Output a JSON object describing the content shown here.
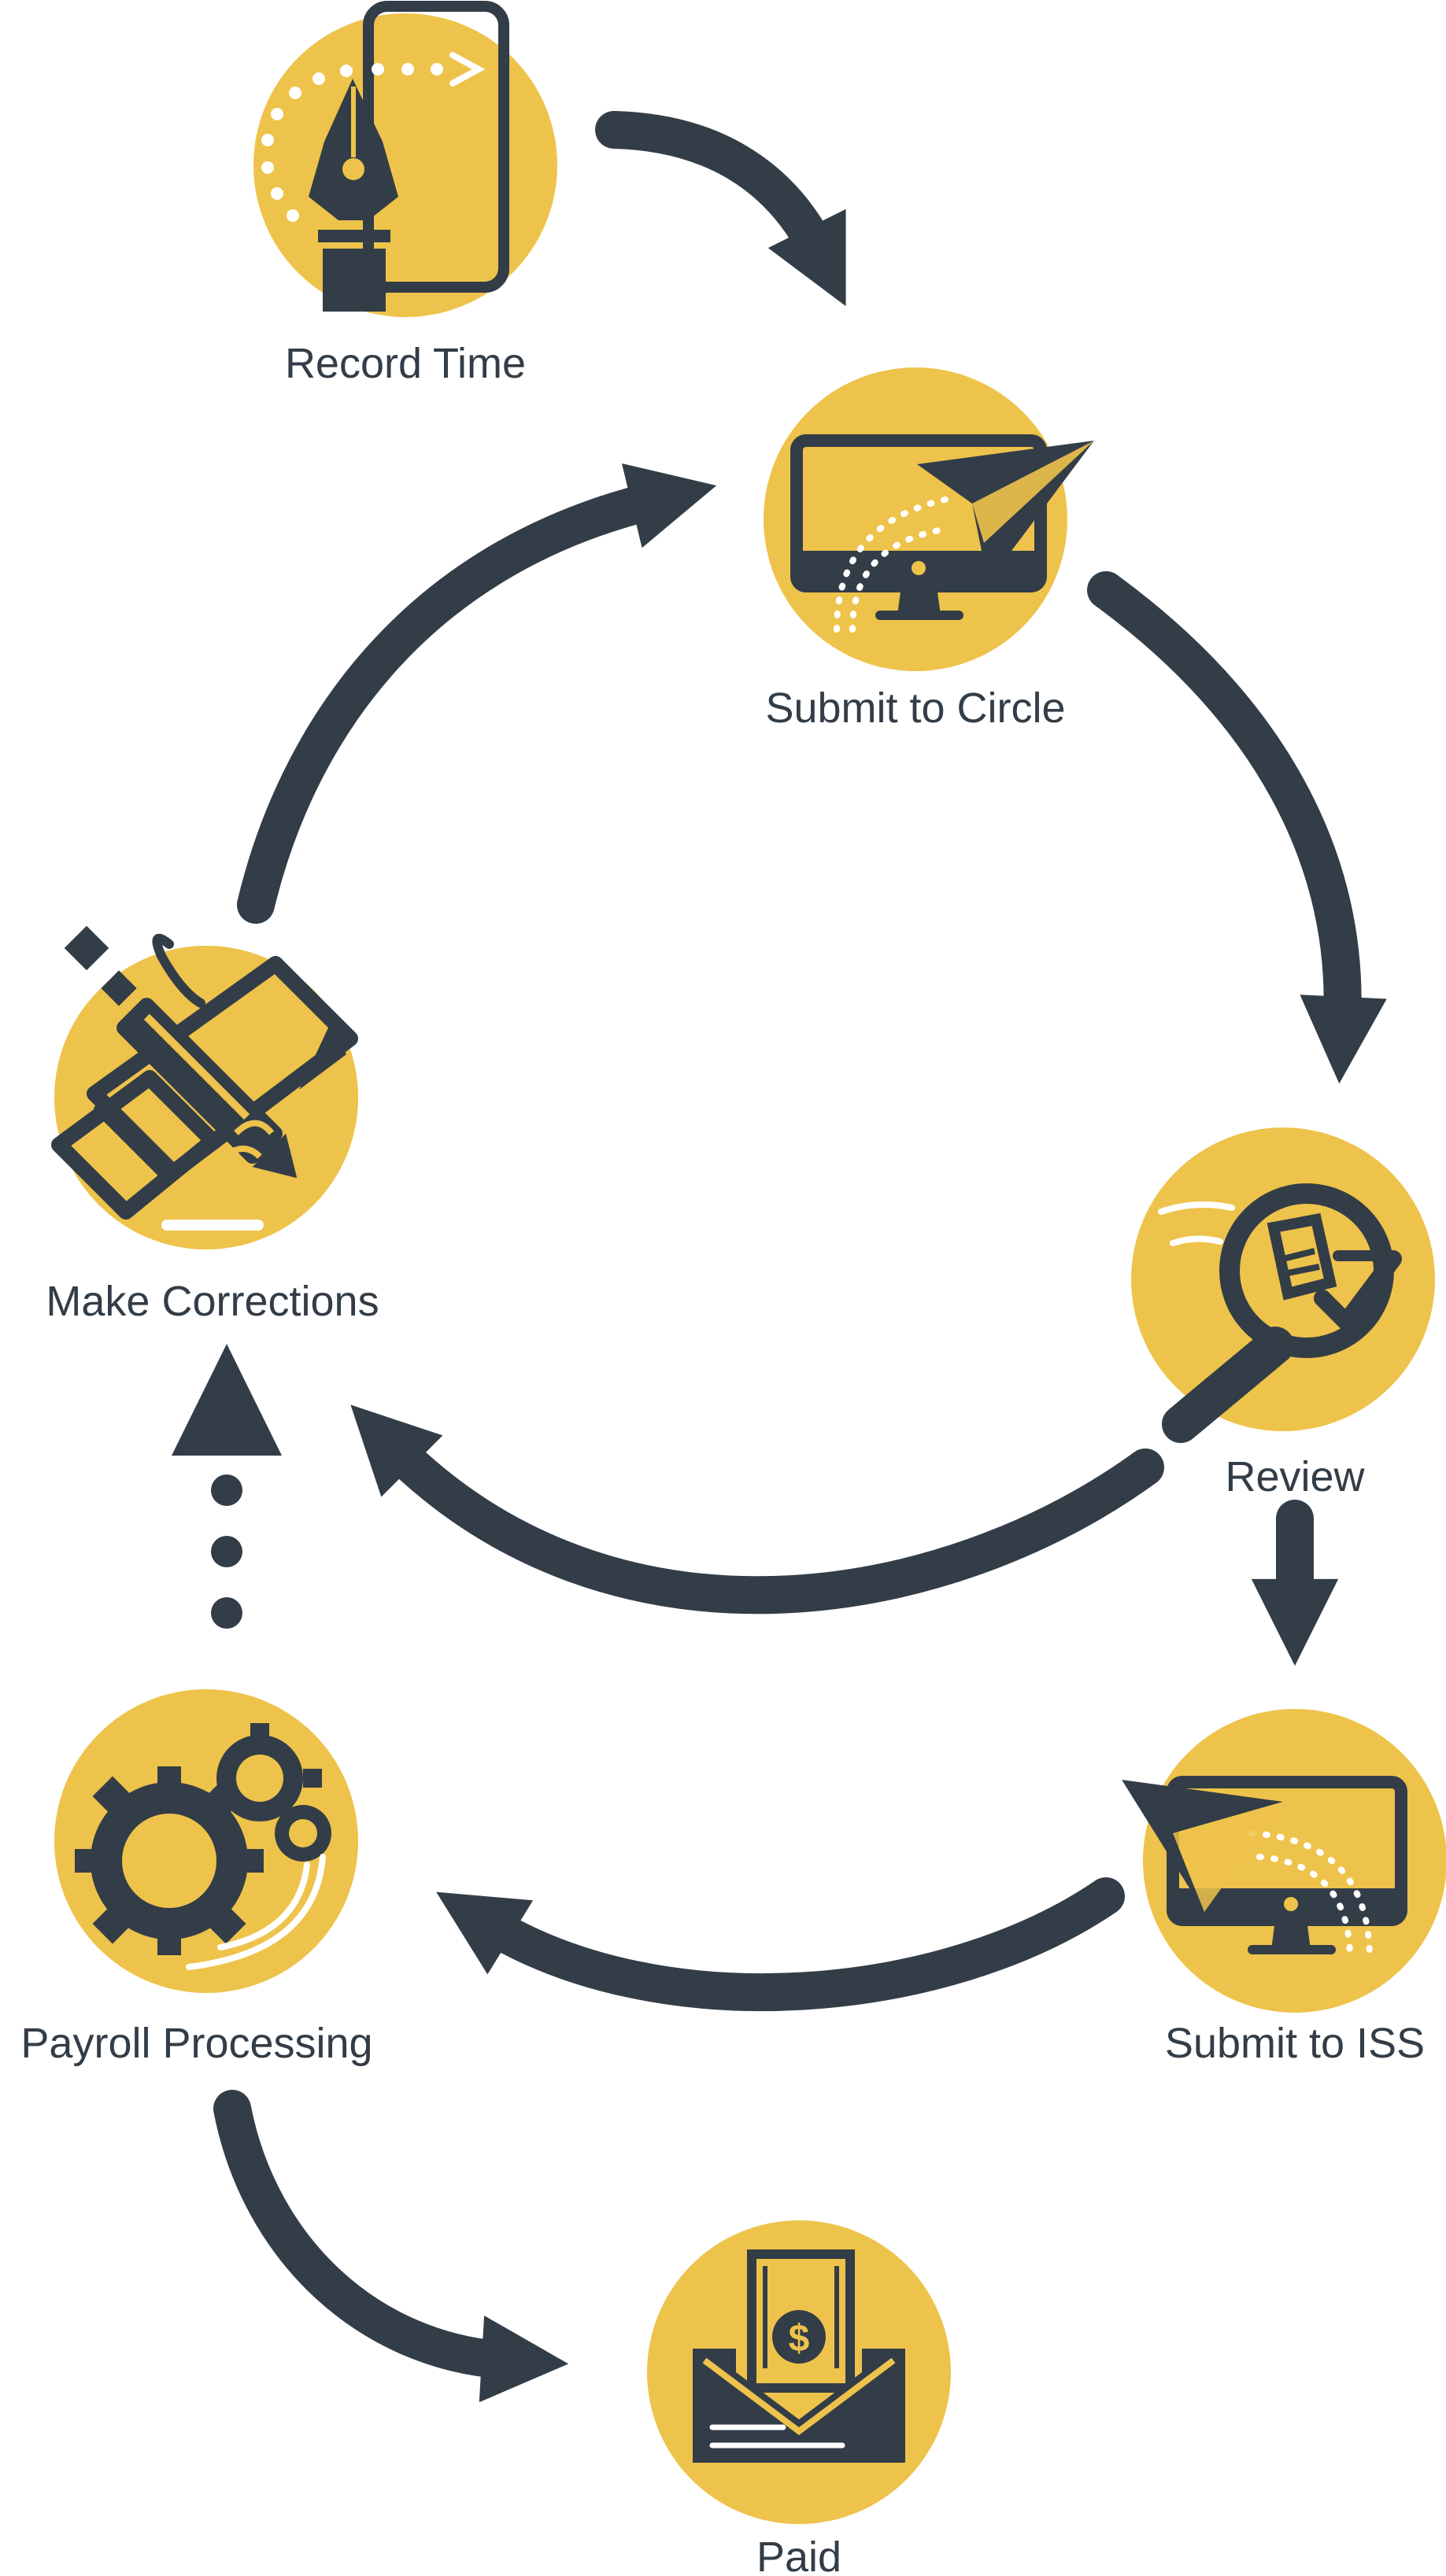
{
  "colors": {
    "accent": "#eec34b",
    "dark": "#333d47",
    "background": "#ffffff",
    "highlight": "#ffffff"
  },
  "steps": [
    {
      "id": "record_time",
      "label": "Record Time",
      "icon": "pen-phone-icon"
    },
    {
      "id": "submit_to_circle",
      "label": "Submit to Circle",
      "icon": "monitor-paper-plane-icon"
    },
    {
      "id": "review",
      "label": "Review",
      "icon": "magnifier-document-check-icon"
    },
    {
      "id": "submit_to_iss",
      "label": "Submit to ISS",
      "icon": "monitor-paper-plane-icon"
    },
    {
      "id": "payroll_processing",
      "label": "Payroll Processing",
      "icon": "gears-icon"
    },
    {
      "id": "make_corrections",
      "label": "Make Corrections",
      "icon": "pencil-eraser-icon"
    },
    {
      "id": "paid",
      "label": "Paid",
      "icon": "envelope-dollar-icon"
    }
  ],
  "flows": [
    {
      "from": "record_time",
      "to": "submit_to_circle",
      "style": "solid"
    },
    {
      "from": "submit_to_circle",
      "to": "review",
      "style": "solid"
    },
    {
      "from": "review",
      "to": "make_corrections",
      "style": "solid"
    },
    {
      "from": "make_corrections",
      "to": "submit_to_circle",
      "style": "solid"
    },
    {
      "from": "review",
      "to": "submit_to_iss",
      "style": "solid"
    },
    {
      "from": "submit_to_iss",
      "to": "payroll_processing",
      "style": "solid"
    },
    {
      "from": "payroll_processing",
      "to": "make_corrections",
      "style": "dotted"
    },
    {
      "from": "payroll_processing",
      "to": "paid",
      "style": "solid"
    }
  ]
}
